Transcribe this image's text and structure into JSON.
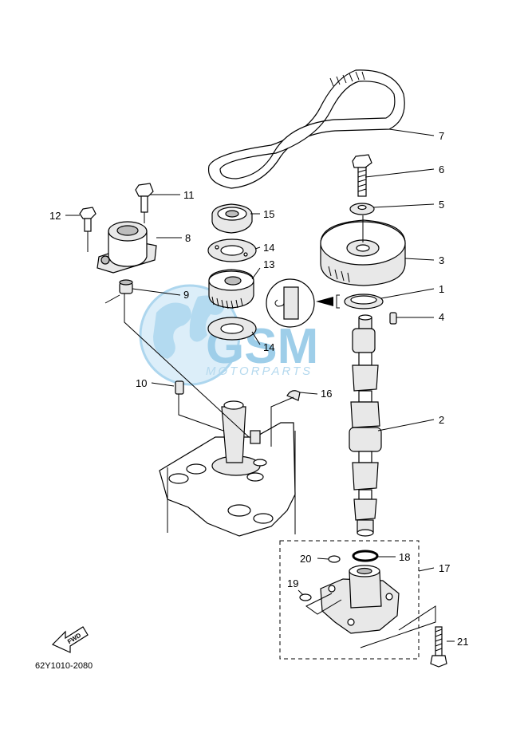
{
  "callouts": {
    "p1": "1",
    "p2": "2",
    "p3": "3",
    "p4": "4",
    "p5": "5",
    "p6": "6",
    "p7": "7",
    "p8": "8",
    "p9": "9",
    "p10": "10",
    "p11": "11",
    "p12": "12",
    "p13": "13",
    "p14a": "14",
    "p14b": "14",
    "p15": "15",
    "p16": "16",
    "p17": "17",
    "p18": "18",
    "p19": "19",
    "p20": "20",
    "p21": "21"
  },
  "fwd_arrow": {
    "label": "FWD"
  },
  "drawing_code": "62Y1010-2080",
  "watermark": {
    "brand": "GSM",
    "sub": "MOTORPARTS",
    "icon": "globe-icon"
  }
}
